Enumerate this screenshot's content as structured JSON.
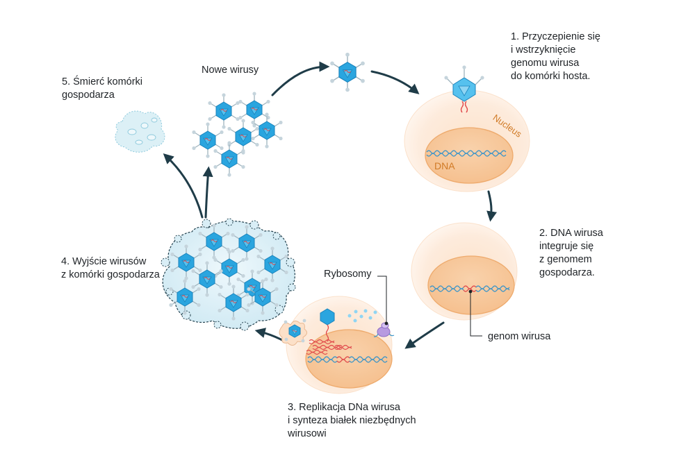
{
  "steps": {
    "s1": {
      "lines": [
        "1. Przyczepienie się",
        "i wstrzyknięcie",
        "genomu wirusa",
        "do komórki hosta."
      ]
    },
    "s2": {
      "lines": [
        "2. DNA wirusa",
        "integruje się",
        "z genomem",
        "gospodarza."
      ]
    },
    "s3": {
      "lines": [
        "3. Replikacja DNa wirusa",
        "i synteza białek niezbędnych",
        "wirusowi"
      ]
    },
    "s4": {
      "lines": [
        "4. Wyjście wirusów",
        "z komórki gospodarza"
      ]
    },
    "s5": {
      "lines": [
        "5. Śmierć komórki",
        "gospodarza"
      ]
    }
  },
  "labels": {
    "new_viruses": "Nowe wirusy",
    "ribosomes": "Rybosomy",
    "viral_genome": "genom wirusa",
    "nucleus": "Nucleus",
    "dna": "DNA"
  },
  "colors": {
    "capsid": "#29a8e0",
    "cell_fill": "#fde7d2",
    "nucleus_fill": "#f8caa0",
    "nucleus_label": "#d07a26",
    "arrow": "#1f3c48",
    "host_dna": "#3a94c8",
    "viral_dna": "#e0484a"
  }
}
